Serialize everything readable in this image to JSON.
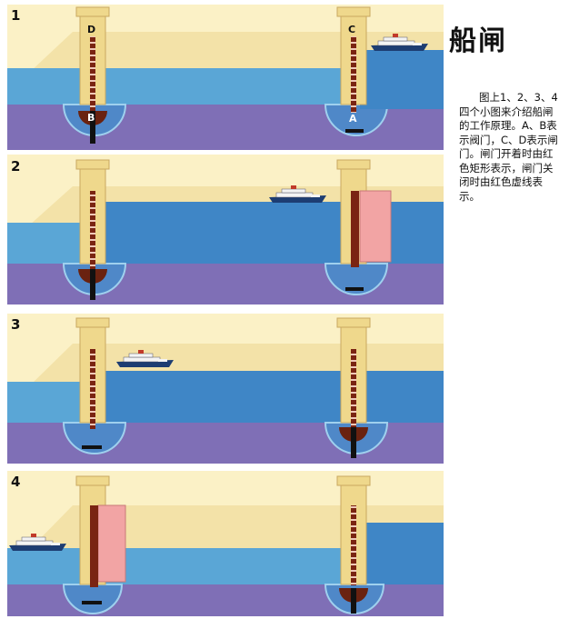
{
  "title": "船闸",
  "description": "图上1、2、3、4四个小图来介绍船闸的工作原理。A、B表示阀门，C、D表示闸门。闸门开着时由红色矩形表示，闸门关闭时由红色虚线表示。",
  "panel_numbers": [
    "1",
    "2",
    "3",
    "4"
  ],
  "gate_labels": {
    "gate_left": "D",
    "gate_right": "C",
    "valve_left": "B",
    "valve_right": "A"
  },
  "colors": {
    "sky": "#fbf1c6",
    "upper_land": "#f3e2a8",
    "water_light": "#5aa6d6",
    "water": "#3f86c6",
    "ground": "#7f6fb6",
    "gate_post": "#efd88c",
    "gate_rod": "#7a2412",
    "open_gate": "#f2a4a4",
    "valve": "#6a2210"
  }
}
